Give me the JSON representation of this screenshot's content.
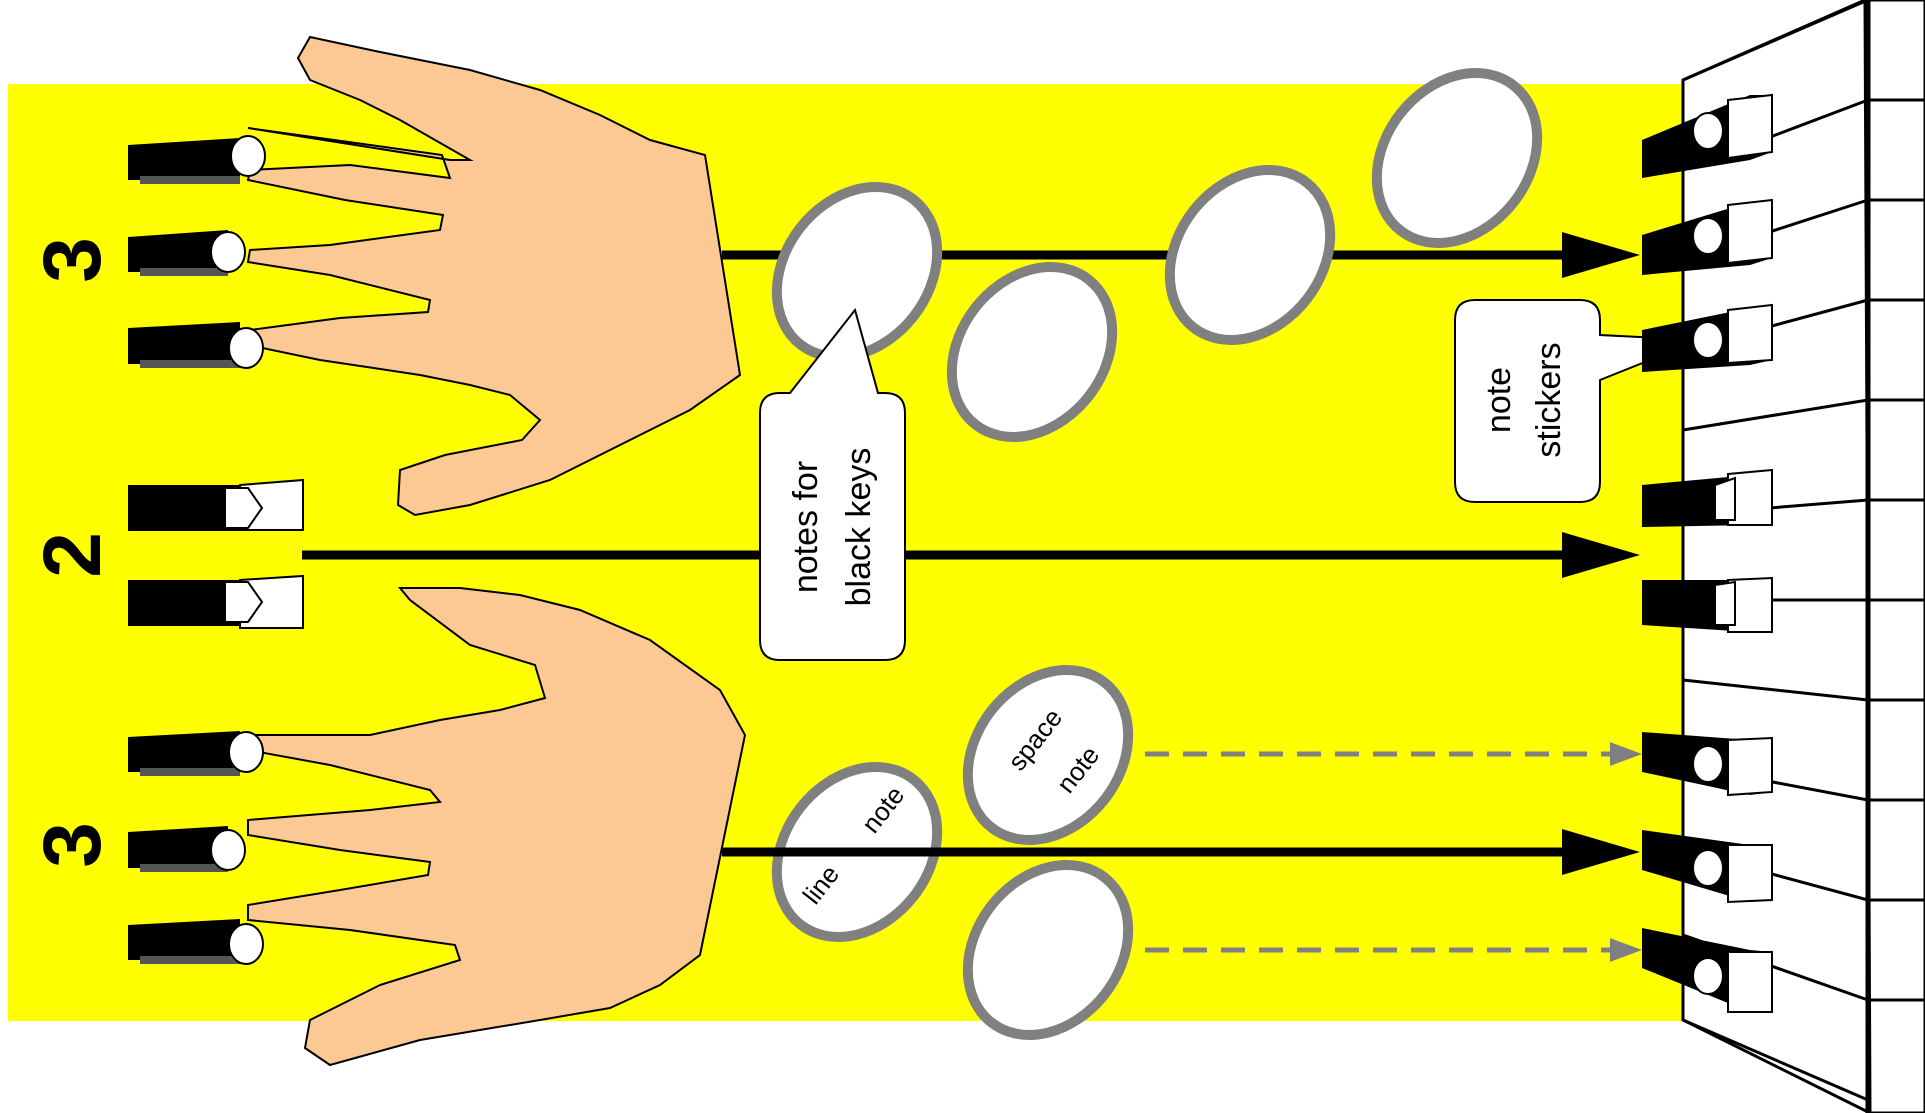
{
  "labels": {
    "group_top": "3",
    "group_middle": "2",
    "group_bottom": "3",
    "callout_black_keys_line1": "notes for",
    "callout_black_keys_line2": "black keys",
    "callout_stickers_line1": "note",
    "callout_stickers_line2": "stickers",
    "line_note_part1": "line",
    "line_note_part2": "note",
    "space_note_part1": "space",
    "space_note_part2": "note"
  },
  "colors": {
    "background": "#ffff00",
    "hand_skin": "#fcc995",
    "note_outline": "#808080",
    "key_black": "#000000",
    "arrow": "#000000",
    "dashed_arrow": "#808080"
  },
  "arrows": {
    "solid": 3,
    "dashed": 2
  }
}
